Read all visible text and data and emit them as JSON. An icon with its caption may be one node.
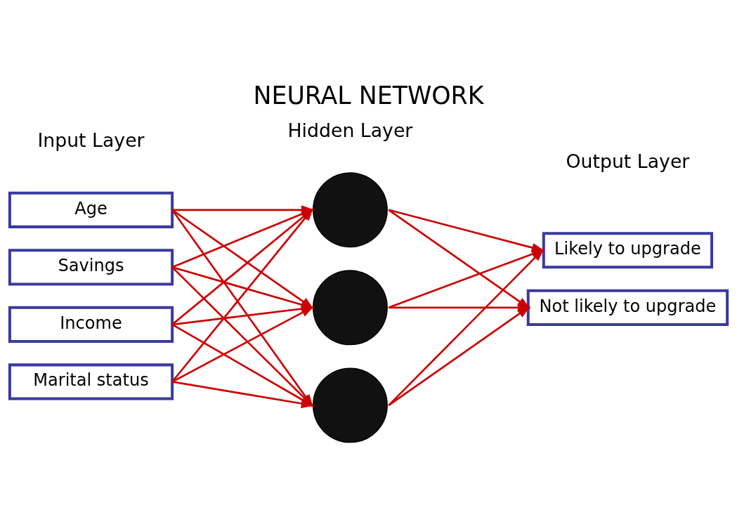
{
  "diagram": {
    "title": "NEURAL NETWORK",
    "nodes": [
      {
        "text": [
          "Age"
        ]
      },
      {
        "text": [
          "Savings"
        ]
      },
      {
        "text": [
          "Income"
        ]
      },
      {
        "text": [
          "Marital status"
        ]
      },
      {
        "text": [],
        "shape": "circle"
      },
      {
        "text": [],
        "shape": "circle"
      },
      {
        "text": [],
        "shape": "circle"
      },
      {
        "text": [
          "Likely to upgrade"
        ]
      },
      {
        "text": [
          "Not likely to upgrade"
        ]
      }
    ],
    "edges": [
      {
        "from": 0,
        "to": 4,
        "arrow": "to"
      },
      {
        "from": 0,
        "to": 5,
        "arrow": "to"
      },
      {
        "from": 0,
        "to": 6,
        "arrow": "to"
      },
      {
        "from": 1,
        "to": 4,
        "arrow": "to"
      },
      {
        "from": 1,
        "to": 5,
        "arrow": "to"
      },
      {
        "from": 1,
        "to": 6,
        "arrow": "to"
      },
      {
        "from": 2,
        "to": 4,
        "arrow": "to"
      },
      {
        "from": 2,
        "to": 5,
        "arrow": "to"
      },
      {
        "from": 2,
        "to": 6,
        "arrow": "to"
      },
      {
        "from": 3,
        "to": 4,
        "arrow": "to"
      },
      {
        "from": 3,
        "to": 5,
        "arrow": "to"
      },
      {
        "from": 3,
        "to": 6,
        "arrow": "to"
      },
      {
        "from": 4,
        "to": 7,
        "arrow": "to"
      },
      {
        "from": 4,
        "to": 8,
        "arrow": "to"
      },
      {
        "from": 5,
        "to": 7,
        "arrow": "to"
      },
      {
        "from": 5,
        "to": 8,
        "arrow": "to"
      },
      {
        "from": 6,
        "to": 7,
        "arrow": "to"
      },
      {
        "from": 6,
        "to": 8,
        "arrow": "to"
      }
    ],
    "labels": [
      "Input Layer",
      "Hidden Layer",
      "Output Layer"
    ]
  }
}
